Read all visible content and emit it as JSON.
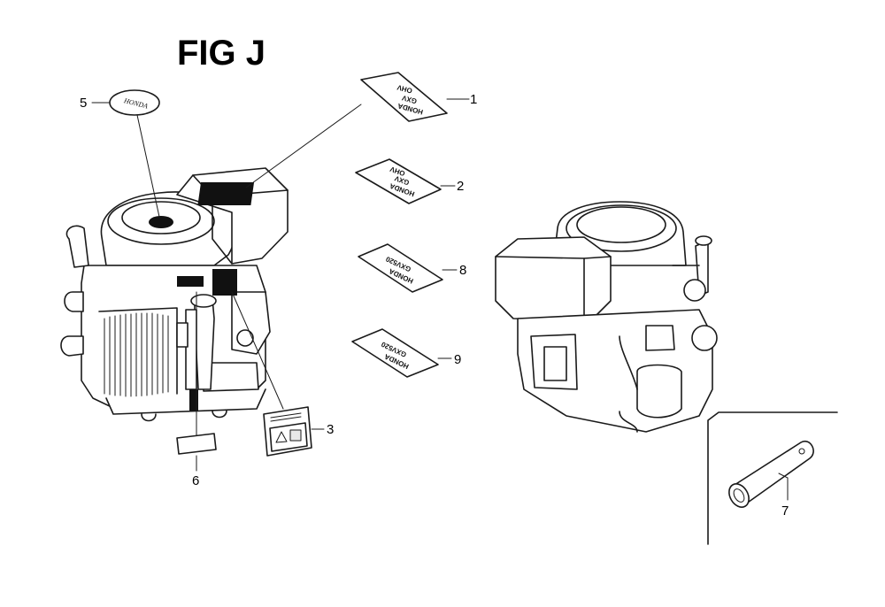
{
  "figure": {
    "title": "FIG J"
  },
  "callouts": [
    {
      "id": "1",
      "label": "1"
    },
    {
      "id": "2",
      "label": "2"
    },
    {
      "id": "3",
      "label": "3"
    },
    {
      "id": "5",
      "label": "5"
    },
    {
      "id": "6",
      "label": "6"
    },
    {
      "id": "7",
      "label": "7"
    },
    {
      "id": "8",
      "label": "8"
    },
    {
      "id": "9",
      "label": "9"
    }
  ],
  "decals": {
    "emblem_text": "HONDA",
    "decal_1": {
      "line1": "HONDA",
      "line2": "GXV",
      "line3": "OHV"
    },
    "decal_2": {
      "line1": "HONDA",
      "line2": "GXV",
      "line3": "OHV"
    },
    "decal_8": {
      "line1": "HONDA",
      "line2": "GXV520"
    },
    "decal_9": {
      "line1": "HONDA",
      "line2": "GXV520"
    }
  }
}
